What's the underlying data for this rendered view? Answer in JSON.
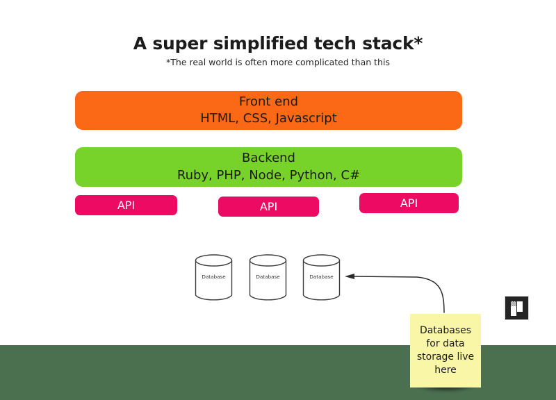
{
  "header": {
    "title": "A super simplified tech stack*",
    "subtitle": "*The real world is often more complicated than this"
  },
  "stack": {
    "frontend": {
      "name": "Front end",
      "technologies": "HTML, CSS, Javascript",
      "color": "#FB6816"
    },
    "backend": {
      "name": "Backend",
      "technologies": "Ruby, PHP, Node, Python, C#",
      "color": "#77D229"
    },
    "apis": [
      {
        "label": "API",
        "color": "#ED0A63"
      },
      {
        "label": "API",
        "color": "#ED0A63"
      },
      {
        "label": "API",
        "color": "#ED0A63"
      }
    ],
    "databases": [
      {
        "label": "Database"
      },
      {
        "label": "Database"
      },
      {
        "label": "Database"
      }
    ]
  },
  "annotation": {
    "note_text": "Databases for data storage live here",
    "note_color": "#FAF6A8"
  },
  "footer": {
    "band_color": "#4A7050"
  },
  "logo": {
    "name": "app-logo",
    "background": "#242424"
  }
}
